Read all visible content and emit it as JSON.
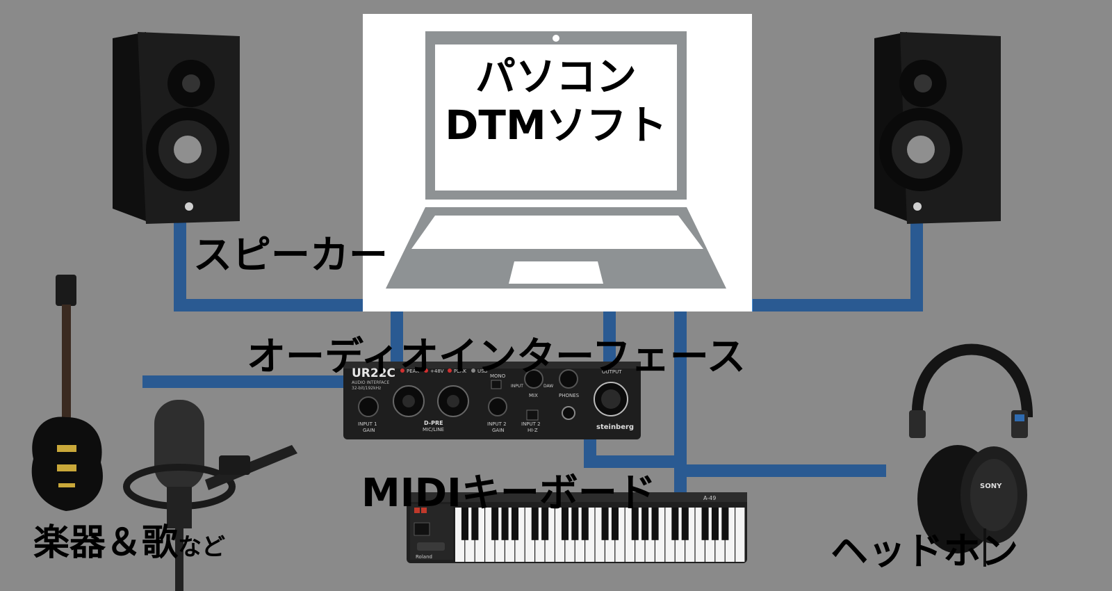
{
  "colors": {
    "background": "#8a8a8a",
    "cable": "#2a5a92",
    "cable_highlight": "#4a8fd6",
    "pc_panel": "#ffffff",
    "laptop": "#8e9294",
    "speaker_body": "#1a1a1a"
  },
  "computer": {
    "title_line1": "パソコン",
    "title_line2": "DTMソフト"
  },
  "labels": {
    "speaker": "スピーカー",
    "interface": "オーディオインターフェース",
    "midi_keyboard": "MIDIキーボード",
    "instruments_main": "楽器＆歌",
    "instruments_suffix": "など",
    "headphones": "ヘッドホン"
  },
  "interface_unit": {
    "model": "UR22C",
    "sub": "AUDIO INTERFACE",
    "spec": "32-bit/192kHz",
    "peak": "PEAK",
    "phantom": "+48V",
    "usb": "USB",
    "mono": "MONO",
    "input": "INPUT",
    "daw": "DAW",
    "mix": "MIX",
    "phones": "PHONES",
    "output": "OUTPUT",
    "input1_gain": "INPUT 1",
    "input2_gain": "INPUT 2",
    "gain": "GAIN",
    "dpre": "D-PRE",
    "mic_line": "MIC/LINE",
    "hiz": "HI-Z",
    "brand": "steinberg"
  },
  "keyboard": {
    "brand": "Roland",
    "model": "A-49"
  },
  "headphone_brand": "SONY",
  "icons": [
    "speaker-left-icon",
    "speaker-right-icon",
    "laptop-icon",
    "audio-interface-icon",
    "midi-keyboard-icon",
    "guitar-icon",
    "microphone-icon",
    "headphones-icon"
  ]
}
